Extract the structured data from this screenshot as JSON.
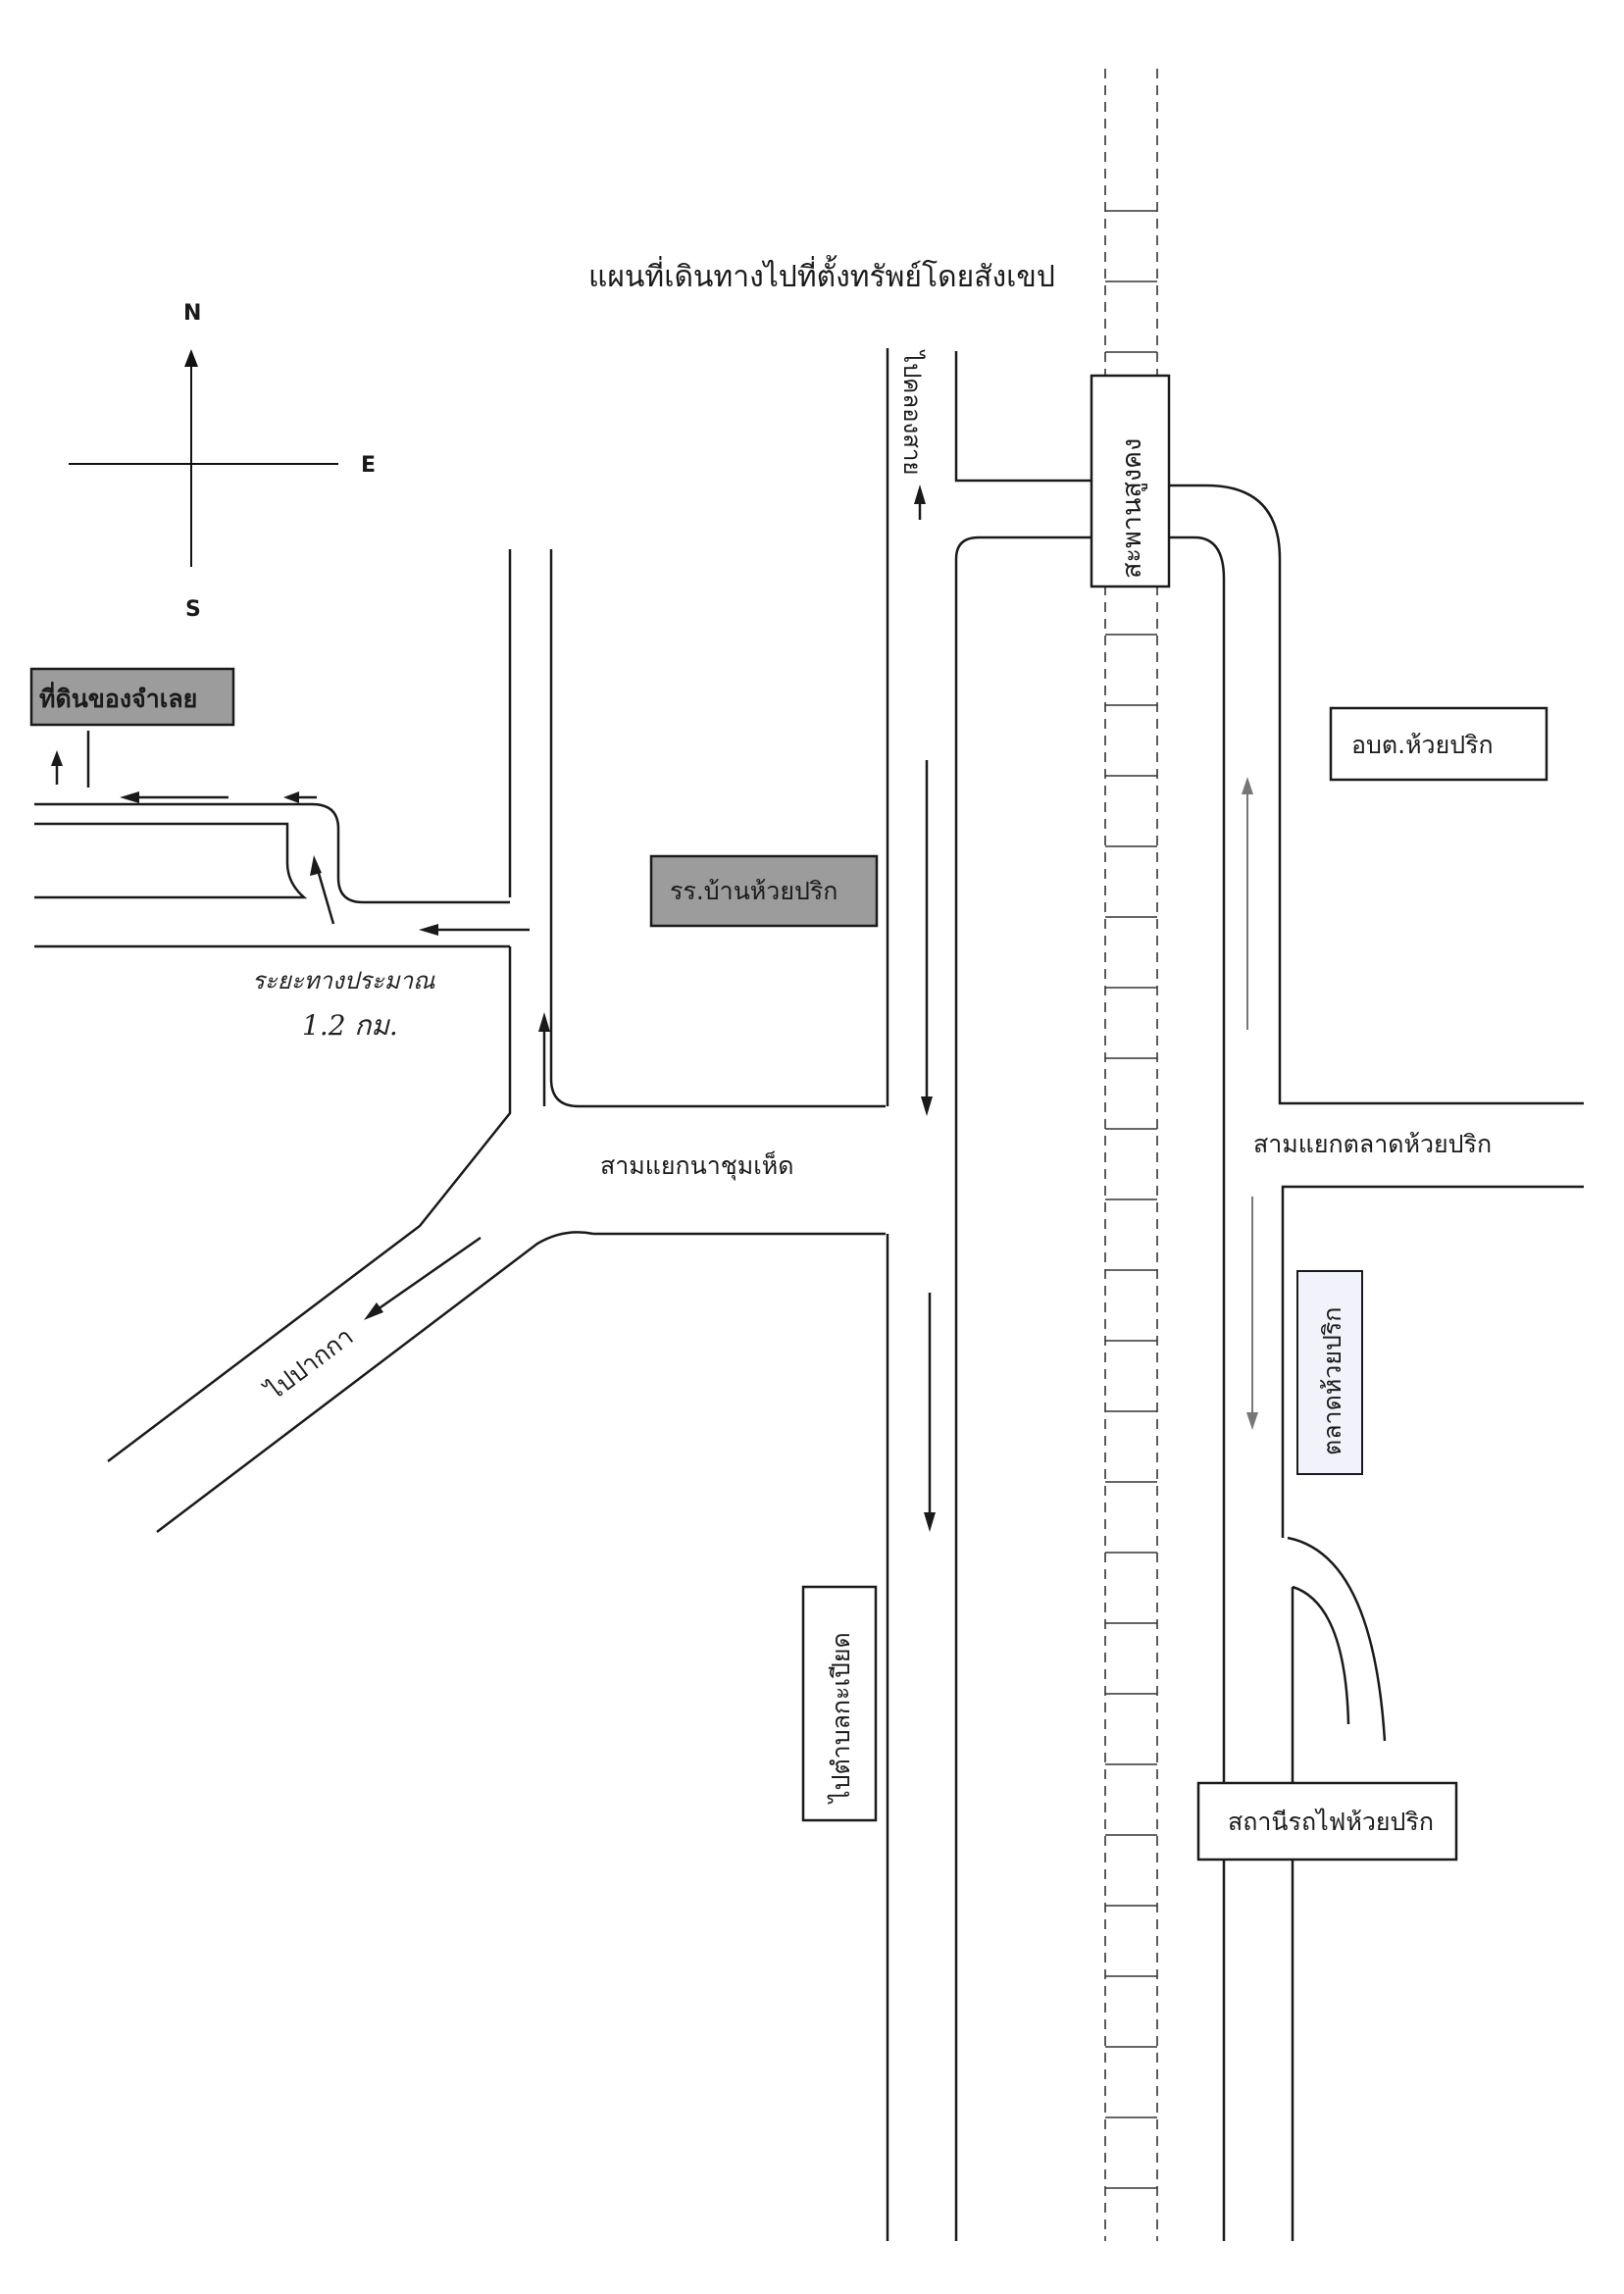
{
  "title": "แผนที่เดินทางไปที่ตั้งทรัพย์โดยสังเขป",
  "compass": {
    "north": "N",
    "east": "E",
    "south": "S"
  },
  "labels": {
    "defendant_land": "ที่ดินของจำเลย",
    "school": "รร.บ้านห้วยปริก",
    "sao": "อบต.ห้วยปริก",
    "overpass": "สะพานสูงคง",
    "to_khlong_sai": "ไปคลองสาย",
    "junction_na_chum_het": "สามแยกนาชุมเห็ด",
    "junction_market": "สามแยกตลาดห้วยปริก",
    "market": "ตลาดห้วยปริก",
    "to_pak_ka": "ไปปากกา",
    "to_tambon_kabiat": "ไปตำบลกะเปียด",
    "station": "สถานีรถไฟห้วยปริก",
    "distance_line1": "ระยะทางประมาณ",
    "distance_line2": "1.2 กม."
  },
  "colors": {
    "highlight_box": "#9c9c9c",
    "market_box": "#f2f2fb"
  }
}
